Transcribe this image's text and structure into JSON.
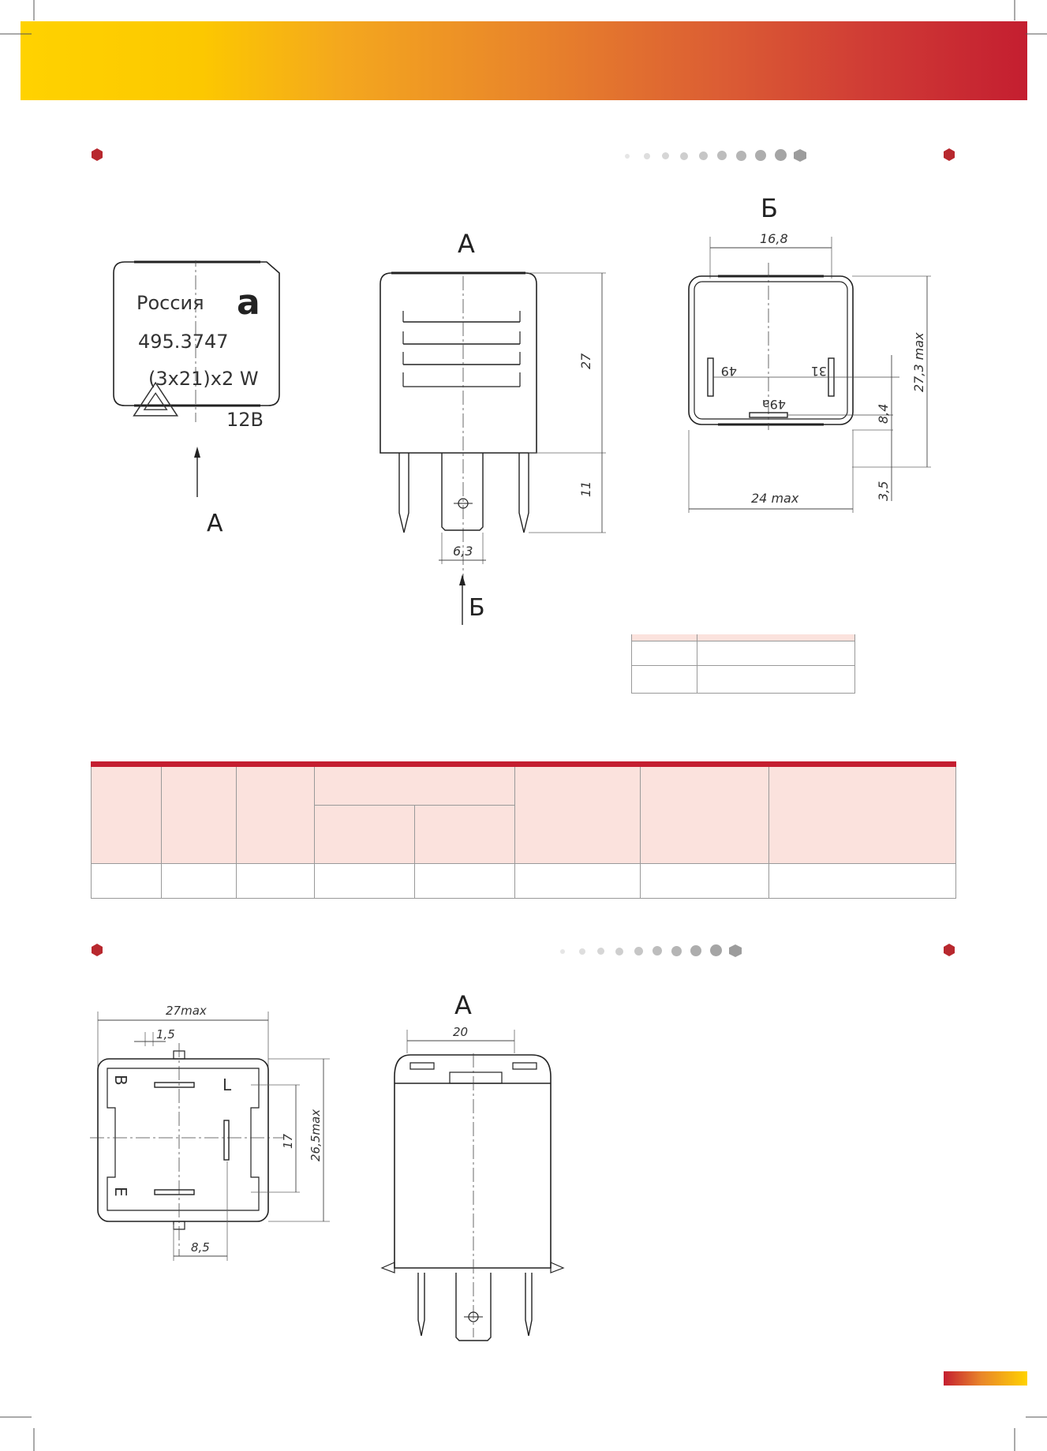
{
  "colors": {
    "accent_red": "#b8282e",
    "table_header_pink": "#fbe2dd",
    "table_top_rule": "#c41e30",
    "band_start": "#ffd200",
    "band_end": "#c41e30"
  },
  "section_markers": {
    "dot_icon": "hexagon-dot-icon",
    "progress_dot_count": 10
  },
  "relay1": {
    "front_label": {
      "line1": "Россия",
      "line2": "495.3747",
      "line3": "(3x21)x2 W",
      "voltage": "12В",
      "logo_letter": "а",
      "warning_icon": "warning-triangle-icon"
    },
    "view_a": "А",
    "view_b": "Б",
    "dims": {
      "height_body": "27",
      "pin_length": "11",
      "pin_width": "6,3",
      "pin_spacing": "16,8",
      "height_max": "27,3 max",
      "offset": "8,4",
      "base": "3,5",
      "width_max": "24 max"
    },
    "pins": {
      "p49": "49",
      "p31": "31",
      "p49a": "49a"
    }
  },
  "relay2": {
    "view_a": "А",
    "dims": {
      "width_max": "27max",
      "offset": "1,5",
      "inner": "17",
      "height_max": "26,5max",
      "pin_offset": "8,5",
      "width_a": "20"
    },
    "pins": {
      "b": "B",
      "l": "L",
      "e": "E"
    }
  }
}
